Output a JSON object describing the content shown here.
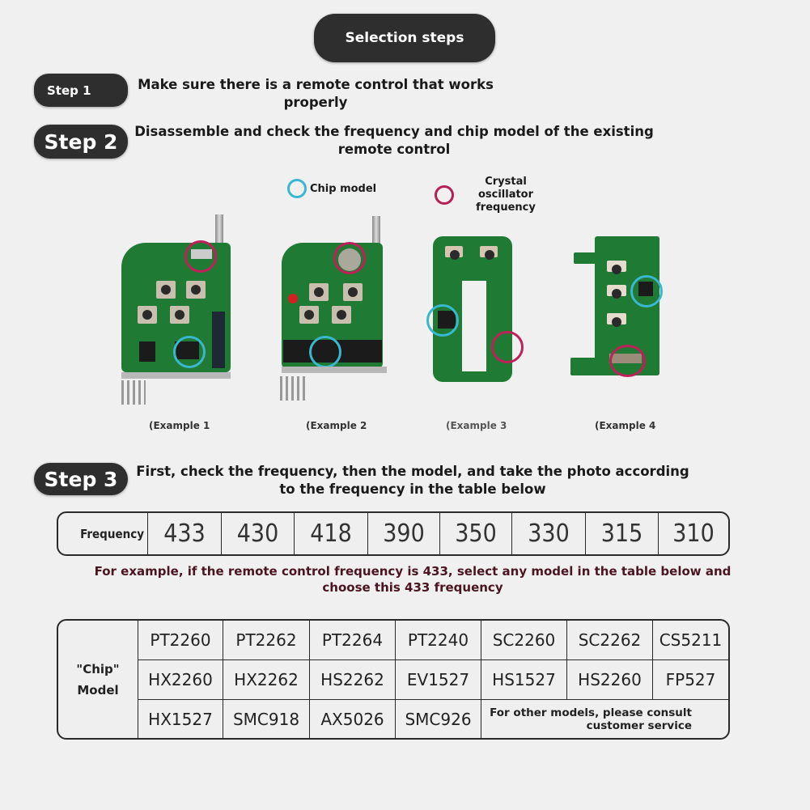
{
  "header": {
    "title": "Selection steps"
  },
  "steps": [
    {
      "badge": "Step 1",
      "text": "Make sure there is a remote control that works properly"
    },
    {
      "badge": "Step 2",
      "text": "Disassemble and check the frequency and chip model of the existing remote control"
    },
    {
      "badge": "Step 3",
      "text": "First, check the frequency, then the model, and take the photo according to the frequency in the table below"
    }
  ],
  "legend": {
    "chip": {
      "label": "Chip model",
      "icon": "cyan-ring-icon",
      "color": "#39b7cf"
    },
    "oscillator": {
      "label": "Crystal oscillator frequency",
      "icon": "magenta-ring-icon",
      "color": "#b51f55"
    }
  },
  "examples": [
    {
      "caption": "(Example 1"
    },
    {
      "caption": "(Example 2"
    },
    {
      "caption": "(Example 3"
    },
    {
      "caption": "(Example 4"
    }
  ],
  "frequency_table": {
    "header": "Frequency",
    "values": [
      "433",
      "430",
      "418",
      "390",
      "350",
      "330",
      "315",
      "310"
    ]
  },
  "frequency_note": "For example, if the remote control frequency is 433, select any model in the table below and choose this 433 frequency",
  "chip_table": {
    "header_line1": "\"Chip\"",
    "header_line2": "Model",
    "rows": [
      [
        "PT2260",
        "PT2262",
        "PT2264",
        "PT2240",
        "SC2260",
        "SC2262",
        "CS5211"
      ],
      [
        "HX2260",
        "HX2262",
        "HS2262",
        "EV1527",
        "HS1527",
        "HS2260",
        "FP527"
      ],
      [
        "HX1527",
        "SMC918",
        "AX5026",
        "SMC926"
      ]
    ],
    "other_note": "For other models, please consult customer service"
  }
}
